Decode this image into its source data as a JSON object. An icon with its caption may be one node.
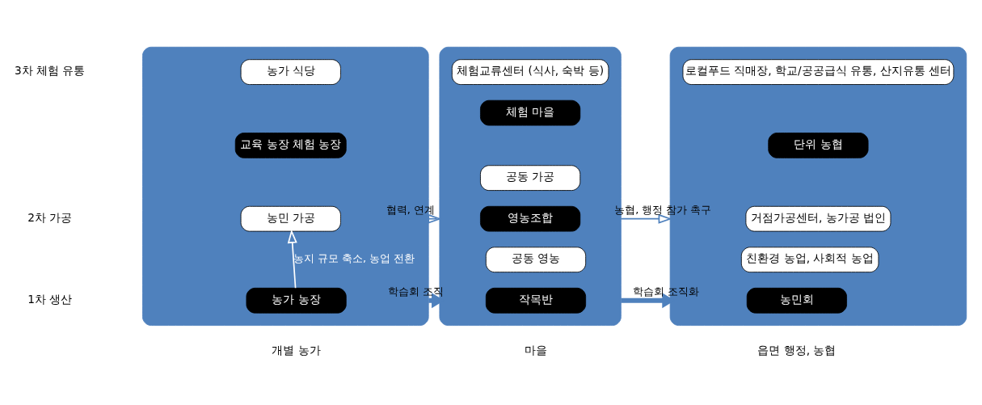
{
  "diagram": {
    "nodes": [
      {
        "text": [],
        "shape": "box"
      },
      {
        "text": [
          "농가 식당"
        ],
        "in": 0
      },
      {
        "text": [
          "교육 농장 체험 농장"
        ],
        "in": 0
      },
      {
        "text": [
          "농민 가공"
        ],
        "in": 0
      },
      {
        "text": [
          "농가 농장"
        ],
        "in": 0
      },
      {
        "text": [],
        "shape": "box"
      },
      {
        "text": [
          "체험교류센터 (식사, 숙박 등)"
        ],
        "in": 5
      },
      {
        "text": [
          "체험 마을"
        ],
        "in": 5
      },
      {
        "text": [
          "공동 가공"
        ],
        "in": 5
      },
      {
        "text": [
          "영농조합"
        ],
        "in": 5
      },
      {
        "text": [
          "공동 영농"
        ],
        "in": 5
      },
      {
        "text": [
          "작목반"
        ],
        "in": 5
      },
      {
        "text": [],
        "shape": "box"
      },
      {
        "text": [
          "로컬푸드 직매장, 학교/공공급식 유통, 산지유통 센터"
        ],
        "in": 12
      },
      {
        "text": [
          "단위 농협"
        ],
        "in": 12
      },
      {
        "text": [
          "거점가공센터, 농가공 법인"
        ],
        "in": 12
      },
      {
        "text": [
          "친환경 농업, 사회적 농업"
        ],
        "in": 12
      },
      {
        "text": [
          "농민회"
        ],
        "in": 12
      }
    ],
    "edges": [
      {
        "from": 4,
        "to": 3,
        "arrow": "to",
        "label": "농지 규모 축소, 농업 전환",
        "color": "#ffffff"
      },
      {
        "from": 0,
        "to": 5,
        "arrow": "to",
        "label": "협력, 연계"
      },
      {
        "from": 0,
        "to": 5,
        "arrow": "to",
        "label": "학습회 조직",
        "style": "thick"
      },
      {
        "from": 5,
        "to": 12,
        "arrow": "to",
        "label": "농협, 행정 참가 촉구"
      },
      {
        "from": 5,
        "to": 12,
        "arrow": "to",
        "label": "학습회 조직화",
        "style": "thick"
      }
    ],
    "labels": [
      "3차 체험 유통",
      "2차 가공",
      "1차 생산",
      "개별 농가",
      "마을",
      "읍면 행정, 농협"
    ]
  }
}
